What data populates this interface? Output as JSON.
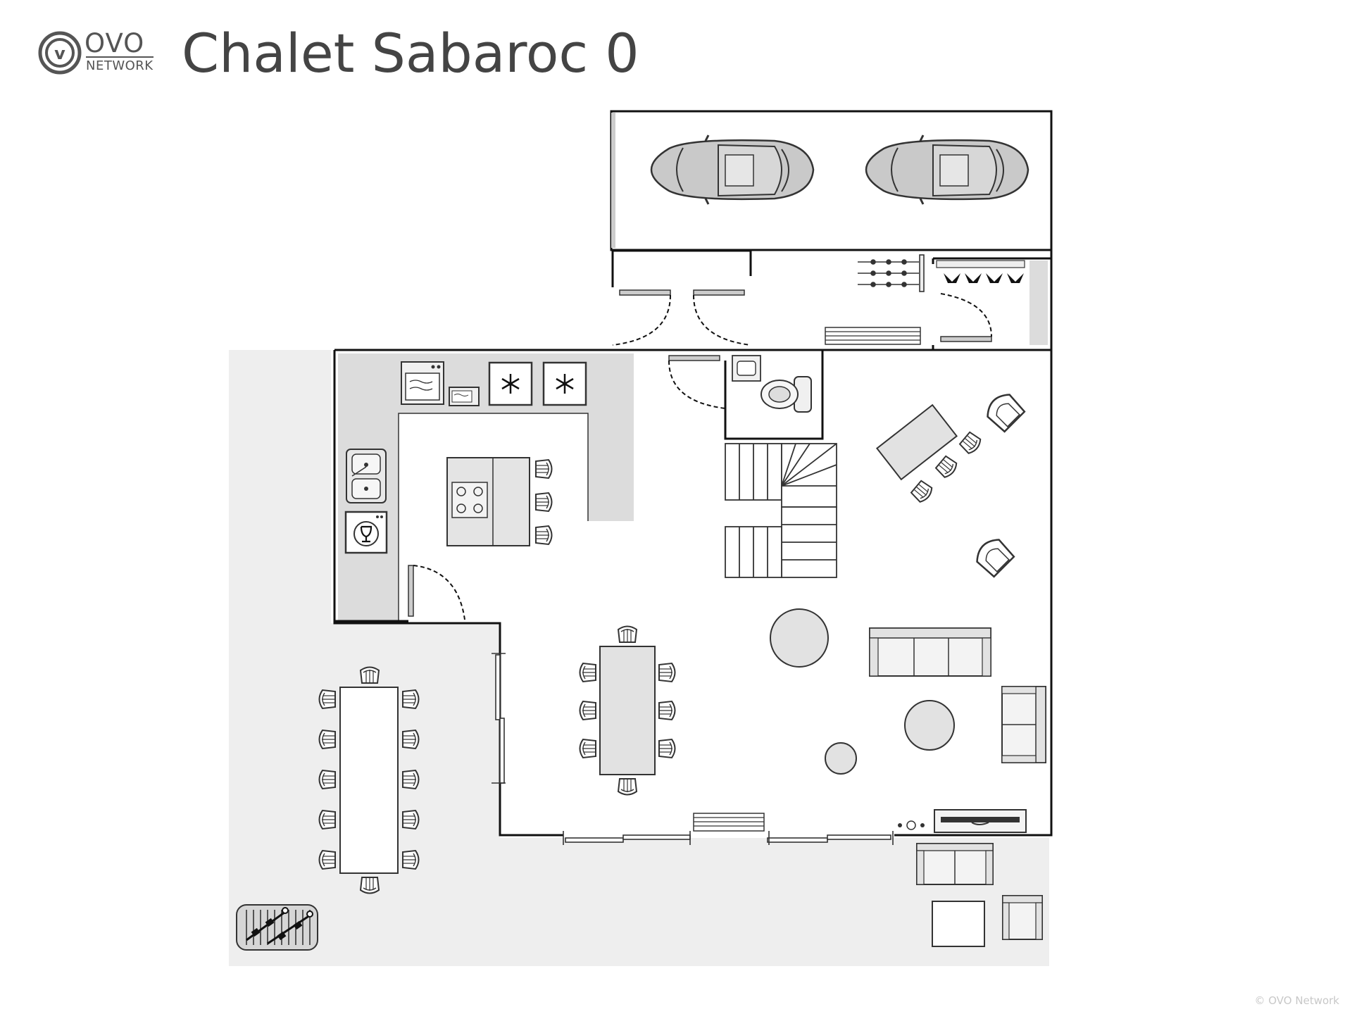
{
  "brand": {
    "logo_word": "OVO",
    "logo_sub": "NETWORK",
    "logo_mark": "v"
  },
  "page": {
    "title": "Chalet Sabaroc 0"
  },
  "footer": {
    "copyright": "© OVO Network"
  },
  "icons": {
    "logo": "ovo-logo-icon",
    "car": "car-icon",
    "freezer": "snowflake-icon",
    "dishwasher": "wine-glass-icon",
    "toilet": "toilet-icon",
    "grill": "barbecue-icon",
    "ski_rack": "ski-rack-icon",
    "boot_dryer": "ski-boot-icon"
  },
  "colors": {
    "wall": "#111111",
    "floor_shade": "#eeeeee",
    "counter": "#dcdcdc",
    "furniture": "#e2e2e2",
    "outline": "#333333",
    "car_body": "#c8c8c8"
  }
}
